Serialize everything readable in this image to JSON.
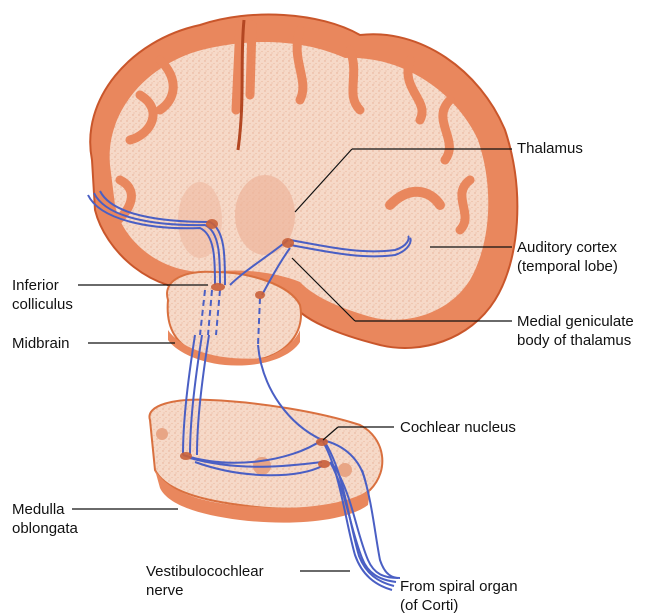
{
  "labels": {
    "thalamus": "Thalamus",
    "auditory_cortex": [
      "Auditory cortex",
      "(temporal lobe)"
    ],
    "inferior_colliculus": [
      "Inferior",
      "colliculus"
    ],
    "midbrain": "Midbrain",
    "medial_geniculate": [
      "Medial geniculate",
      "body of thalamus"
    ],
    "cochlear_nucleus": "Cochlear nucleus",
    "medulla": [
      "Medulla",
      "oblongata"
    ],
    "vestibulocochlear": [
      "Vestibulocochlear",
      "nerve"
    ],
    "spiral_organ": [
      "From spiral organ",
      "(of Corti)"
    ]
  },
  "colors": {
    "brain_outer": "#e9875d",
    "brain_inner": "#f6d6c4",
    "brain_dark": "#c9562b",
    "pathway": "#4a5fc4",
    "leader": "#111111"
  }
}
